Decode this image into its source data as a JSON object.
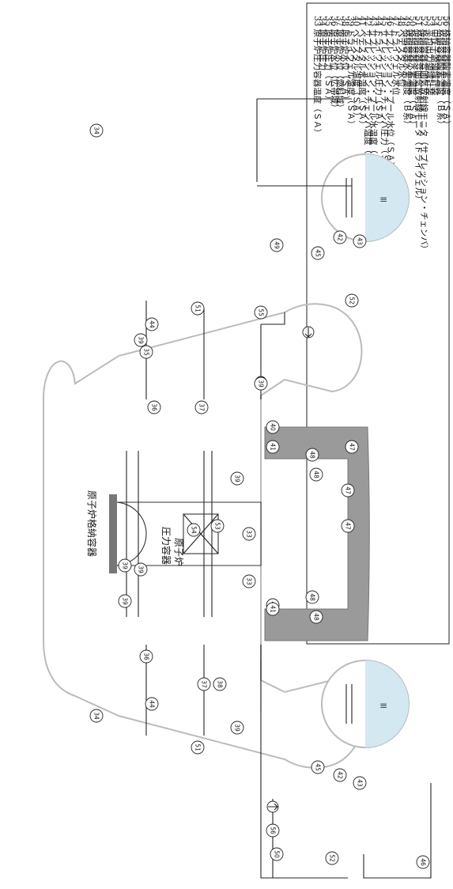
{
  "labels": {
    "containment": "原子炉格納容器",
    "rpv_line1": "原子炉",
    "rpv_line2": "圧力容器"
  },
  "legend": [
    {
      "num": "33",
      "text": "原子炉圧力容器温度（ＳＡ）"
    },
    {
      "num": "34",
      "text": "原子炉圧力"
    },
    {
      "num": "35",
      "text": "原子炉圧力（ＳＡ）"
    },
    {
      "num": "36",
      "text": "原子炉水位（広帯域）"
    },
    {
      "num": "37",
      "text": "原子炉水位（燃料域）"
    },
    {
      "num": "38",
      "text": "原子炉水位（ＳＡ）"
    },
    {
      "num": "39",
      "text": "ドライウェル温度（ＳＡ）"
    },
    {
      "num": "40",
      "text": "ペデスタル温度（ＳＡ）"
    },
    {
      "num": "41",
      "text": "ペデスタル水温度（ＳＡ）"
    },
    {
      "num": "42",
      "text": "サプレッション・チェンバ温度（ＳＡ）"
    },
    {
      "num": "43",
      "text": "サプレッション・プール水温度（ＳＡ）"
    },
    {
      "num": "44",
      "text": "ドライウェル圧力（ＳＡ）"
    },
    {
      "num": "45",
      "text": "サプレッション・チェンバ圧力（ＳＡ）"
    },
    {
      "num": "46",
      "text": "サプレッション・プール水位（ＳＡ）"
    },
    {
      "num": "47",
      "text": "ドライウェル水位"
    },
    {
      "num": "48",
      "text": "ペデスタル水位"
    },
    {
      "num": "49",
      "text": "格納容器水素濃度（Ｂ系）"
    },
    {
      "num": "50",
      "text": "格納容器水素濃度（ＳＡ）"
    },
    {
      "num": "51",
      "text": "格納容器雰囲気放射線モニタ（ドライウェル）"
    },
    {
      "num": "52",
      "text": "格納容器雰囲気放射線モニタ（サプレッション・チェンバ）"
    },
    {
      "num": "53",
      "text": "平均出力領域計装"
    },
    {
      "num": "54",
      "text": "中性子源領域計装"
    },
    {
      "num": "55",
      "text": "格納容器酸素濃度（Ｂ系）"
    },
    {
      "num": "56",
      "text": "格納容器酸素濃度（ＳＡ）"
    }
  ],
  "bubbles": [
    {
      "num": "33"
    },
    {
      "num": "33"
    },
    {
      "num": "34"
    },
    {
      "num": "34"
    },
    {
      "num": "35"
    },
    {
      "num": "36"
    },
    {
      "num": "36"
    },
    {
      "num": "37"
    },
    {
      "num": "37"
    },
    {
      "num": "38"
    },
    {
      "num": "39"
    },
    {
      "num": "39"
    },
    {
      "num": "39"
    },
    {
      "num": "39"
    },
    {
      "num": "39"
    },
    {
      "num": "39"
    },
    {
      "num": "39"
    },
    {
      "num": "40"
    },
    {
      "num": "40"
    },
    {
      "num": "41"
    },
    {
      "num": "41"
    },
    {
      "num": "42"
    },
    {
      "num": "42"
    },
    {
      "num": "43"
    },
    {
      "num": "43"
    },
    {
      "num": "44"
    },
    {
      "num": "44"
    },
    {
      "num": "45"
    },
    {
      "num": "45"
    },
    {
      "num": "46"
    },
    {
      "num": "47"
    },
    {
      "num": "47"
    },
    {
      "num": "47"
    },
    {
      "num": "48"
    },
    {
      "num": "48"
    },
    {
      "num": "48"
    },
    {
      "num": "48"
    },
    {
      "num": "49"
    },
    {
      "num": "50"
    },
    {
      "num": "51"
    },
    {
      "num": "51"
    },
    {
      "num": "52"
    },
    {
      "num": "52"
    },
    {
      "num": "53"
    },
    {
      "num": "54"
    },
    {
      "num": "55"
    },
    {
      "num": "56"
    }
  ],
  "colors": {
    "pool": "#d3e8f1",
    "pedestal": "#9a9a9a",
    "flange": "#777777",
    "containment_line": "#bbbbbb"
  }
}
